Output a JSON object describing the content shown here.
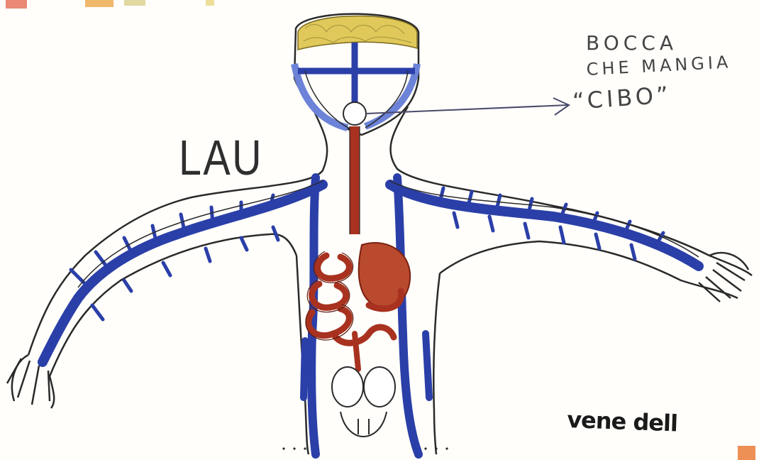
{
  "drawing": {
    "name_label": "LAU",
    "annotation": {
      "line1": "BOCCA",
      "line2": "CHE MANGIA",
      "line3": "“CIBO”"
    },
    "veins_label": "vene dell",
    "colors": {
      "outline": "#2a2a2a",
      "veins": "#2b3fa8",
      "vein_light": "#6c83d8",
      "organs": "#a8321f",
      "organ_fill": "#b94a2e",
      "hair": "#e0c95a",
      "arrow": "#4a4a6a"
    }
  }
}
